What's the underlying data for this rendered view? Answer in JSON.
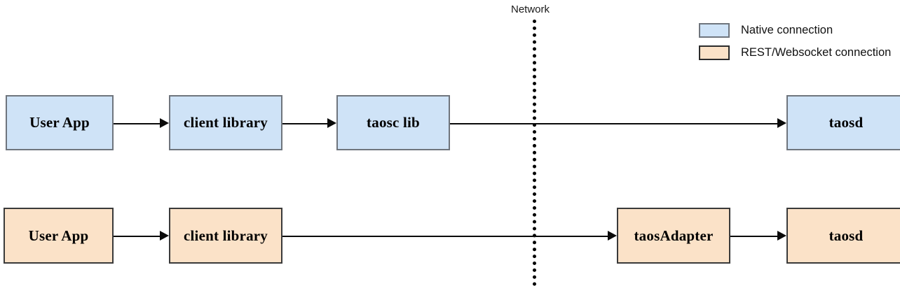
{
  "diagram": {
    "title_label": "Network",
    "rows": [
      {
        "id": "native-row",
        "style": "native",
        "nodes": [
          {
            "label": "User App"
          },
          {
            "label": "client library"
          },
          {
            "label": "taosc lib"
          },
          {
            "label": "taosd"
          }
        ]
      },
      {
        "id": "rest-row",
        "style": "rest",
        "nodes": [
          {
            "label": "User App"
          },
          {
            "label": "client library"
          },
          {
            "label": "taosAdapter"
          },
          {
            "label": "taosd"
          }
        ]
      }
    ],
    "legend": {
      "items": [
        {
          "swatch": "native",
          "label": "Native connection",
          "color": "#cfe3f7"
        },
        {
          "swatch": "rest",
          "label": "REST/Websocket connection",
          "color": "#fbe2c8"
        }
      ]
    },
    "colors": {
      "native_fill": "#cfe3f7",
      "native_border": "#6f757d",
      "rest_fill": "#fbe2c8",
      "rest_border": "#3a3a3a",
      "edge": "#0a0a0a",
      "background": "#ffffff"
    }
  }
}
